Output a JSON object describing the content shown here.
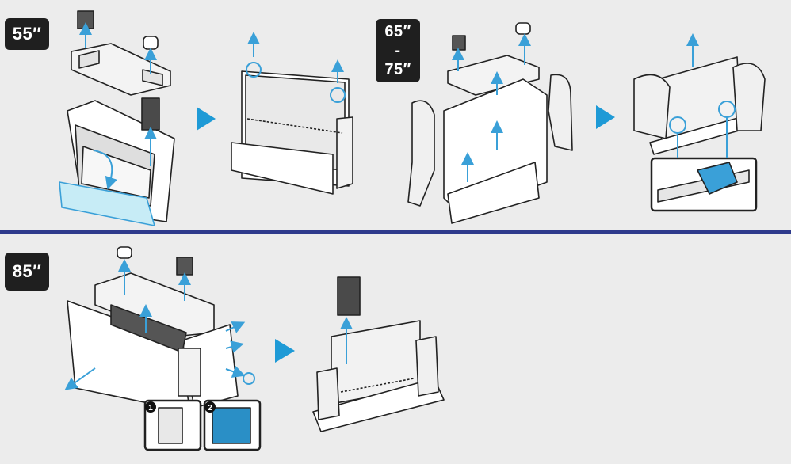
{
  "colors": {
    "accent": "#3aa0d8",
    "divider": "#2e3a8c",
    "badge_bg": "#1f1f1f",
    "background": "#ececec"
  },
  "badges": {
    "size_55": "55″",
    "size_65": "65″",
    "size_dash": "-",
    "size_75": "75″",
    "size_85": "85″"
  },
  "step_numbers": {
    "one": "1",
    "two": "2"
  },
  "icons": [
    "next-step-arrow-icon",
    "lift-arrow-icon",
    "bracket-icon",
    "cap-icon",
    "panel-icon"
  ]
}
